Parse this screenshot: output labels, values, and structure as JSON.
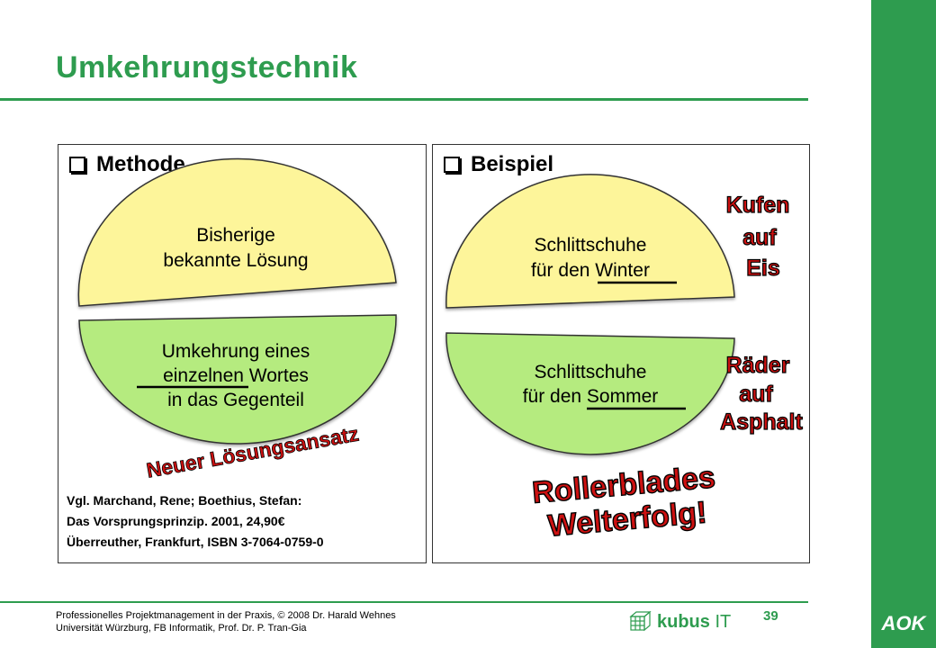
{
  "title": "Umkehrungstechnik",
  "left": {
    "heading": "Methode",
    "upper": [
      "Bisherige",
      "bekannte Lösung"
    ],
    "lower": {
      "line1": "Umkehrung eines",
      "line2_word": "einzelnen",
      "line2_rest": " Wortes",
      "line3": "in das Gegenteil"
    },
    "callout": "Neuer Lösungsansatz",
    "reference": [
      "Vgl. Marchand, Rene; Boethius, Stefan:",
      "Das Vorsprungsprinzip. 2001, 24,90€",
      "Überreuther, Frankfurt, ISBN 3-7064-0759-0"
    ]
  },
  "right": {
    "heading": "Beispiel",
    "upper": {
      "line1": "Schlittschuhe",
      "prefix": "für den ",
      "word": "Winter"
    },
    "lower": {
      "line1": "Schlittschuhe",
      "prefix": "für den ",
      "word": "Sommer"
    },
    "side_top": [
      "Kufen",
      "auf",
      "Eis"
    ],
    "side_bottom": [
      "Räder",
      "auf",
      "Asphalt"
    ],
    "big": [
      "Rollerblades",
      "Welterfolg!"
    ]
  },
  "footer": {
    "line1": "Professionelles Projektmanagement in der Praxis, © 2008  Dr. Harald Wehnes",
    "line2": "Universität Würzburg, FB Informatik, Prof. Dr. P. Tran-Gia"
  },
  "page_number": "39",
  "brand": {
    "kubus": "kubus",
    "it": "IT"
  },
  "aok": "AOK",
  "colors": {
    "green": "#2e9c4f",
    "upper_fill": "#fdf59a",
    "lower_fill": "#b5eb7f",
    "red": "#cc1111"
  }
}
